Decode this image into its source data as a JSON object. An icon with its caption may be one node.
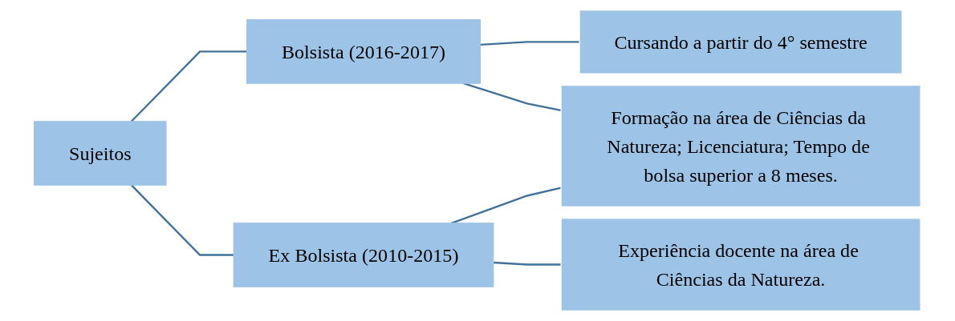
{
  "diagram": {
    "nodes": [
      {
        "text": [
          "Sujeitos"
        ]
      },
      {
        "text": [
          "Bolsista (2016-2017)"
        ]
      },
      {
        "text": [
          "Ex Bolsista (2010-2015)"
        ]
      },
      {
        "text": [
          "Cursando a partir do 4° semestre"
        ]
      },
      {
        "text": [
          "Formação na área de Ciências da Natureza; Licenciatura; Tempo de bolsa superior a 8 meses."
        ]
      },
      {
        "text": [
          "Experiência docente na área de Ciências da Natureza."
        ]
      }
    ],
    "edges": [
      {
        "from": 0,
        "to": 1,
        "arrow": "none"
      },
      {
        "from": 0,
        "to": 2,
        "arrow": "none"
      },
      {
        "from": 1,
        "to": 3,
        "arrow": "none"
      },
      {
        "from": 1,
        "to": 4,
        "arrow": "none"
      },
      {
        "from": 2,
        "to": 4,
        "arrow": "none"
      },
      {
        "from": 2,
        "to": 5,
        "arrow": "none"
      }
    ]
  }
}
